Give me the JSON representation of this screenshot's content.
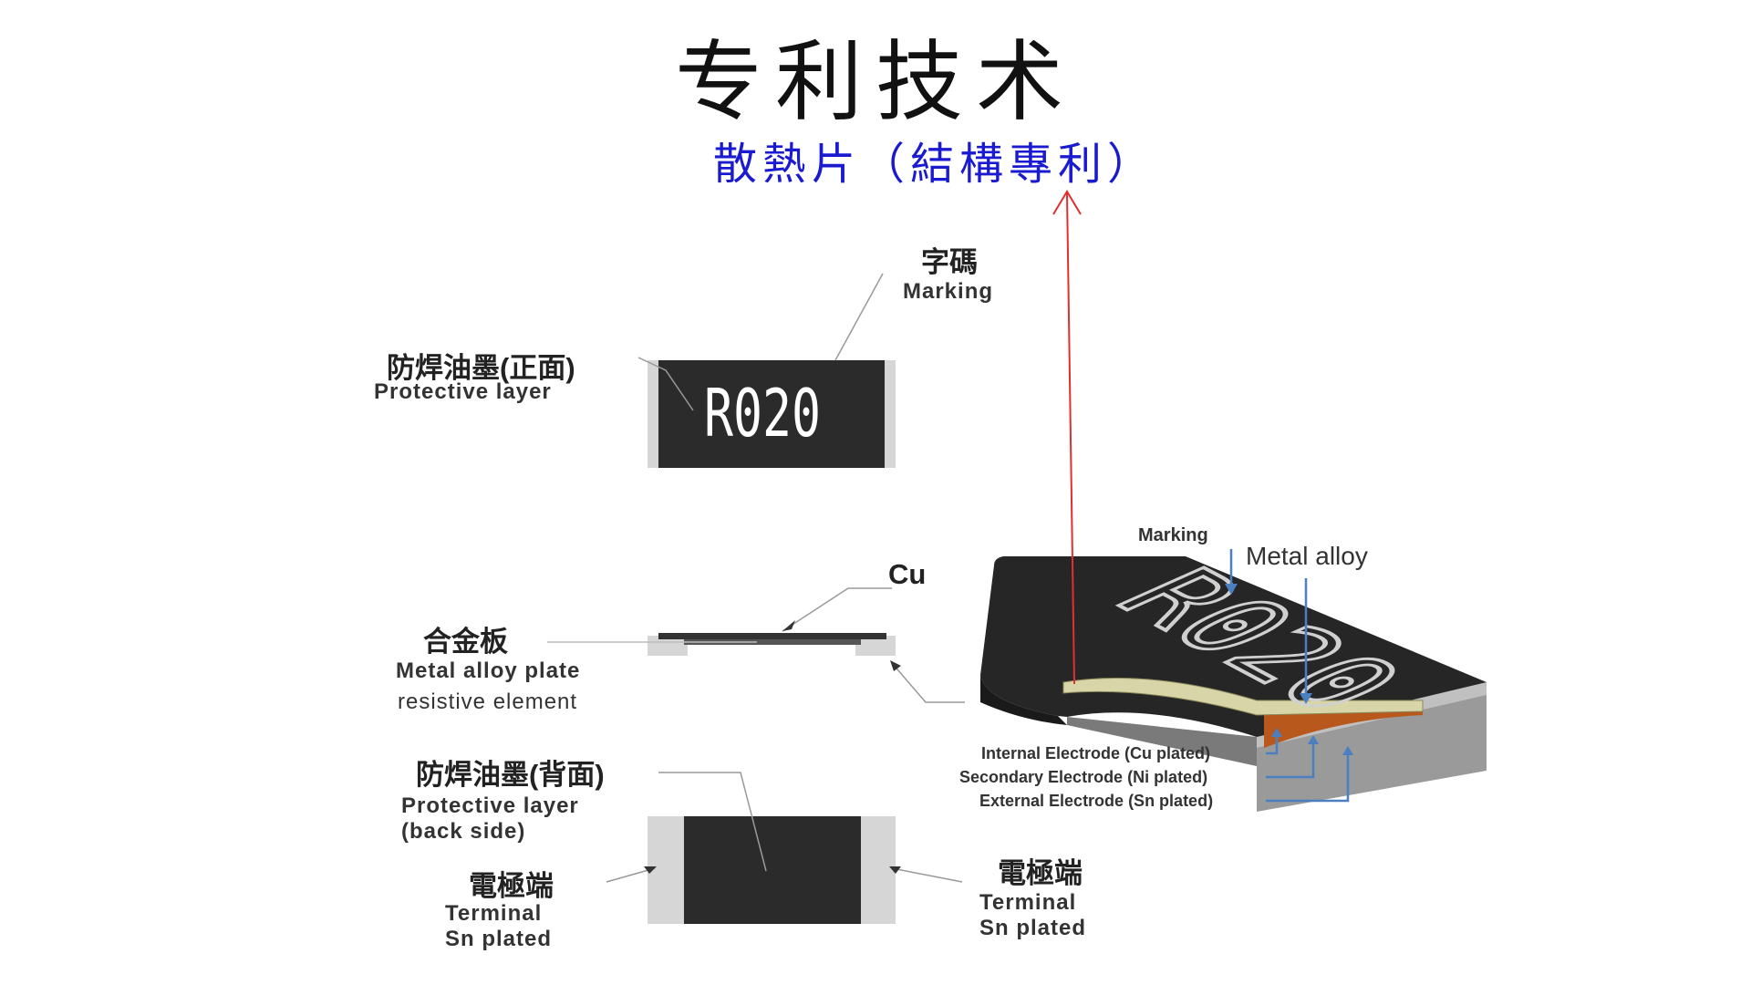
{
  "slide": {
    "title": "专利技术",
    "subtitle": "散熱片（結構專利）"
  },
  "top_view": {
    "marking_cn": "字碼",
    "marking_en": "Marking",
    "chip_text": "R020",
    "protective_cn": "防焊油墨(正面)",
    "protective_en": "Protective layer"
  },
  "side_view": {
    "cu": "Cu",
    "alloy_cn": "合金板",
    "alloy_en1": "Metal alloy plate",
    "alloy_en2": "resistive element"
  },
  "back_view": {
    "protective_cn": "防焊油墨(背面)",
    "protective_en1": "Protective layer",
    "protective_en2": "(back side)",
    "terminal_left_cn": "電極端",
    "terminal_left_en1": "Terminal",
    "terminal_left_en2": "Sn plated",
    "terminal_right_cn": "電極端",
    "terminal_right_en1": "Terminal",
    "terminal_right_en2": "Sn plated"
  },
  "cross_section": {
    "marking": "Marking",
    "metal_alloy": "Metal alloy",
    "chip_text": "R020",
    "internal_electrode": "Internal Electrode (Cu plated)",
    "secondary_electrode": "Secondary Electrode (Ni plated)",
    "external_electrode": "External Electrode (Sn plated)"
  },
  "colors": {
    "title": "#111111",
    "subtitle": "#1a1ad0",
    "arrow": "#e03030",
    "chip_black": "#2b2b2b",
    "alloy_copper": "#b8581c",
    "cu_layer": "#d8d6a8",
    "pointer_blue": "#4a7fc1"
  }
}
